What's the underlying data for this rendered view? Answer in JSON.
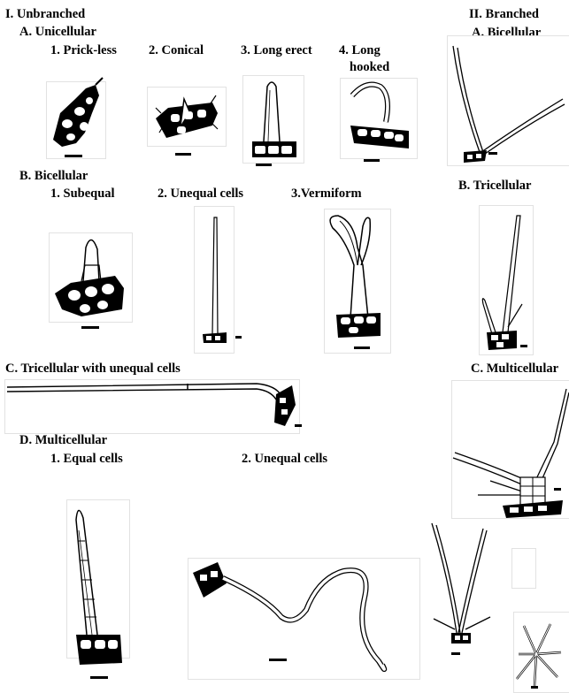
{
  "sections": {
    "unbranched": "I.  Unbranched",
    "branched": "II.   Branched"
  },
  "groups": {
    "unicellular": "A. Unicellular",
    "bicellular_unbranched": "B. Bicellular",
    "tricellular_unequal": "C. Tricellular with unequal cells",
    "multicellular_unbranched": "D. Multicellular",
    "bicellular_branched": "A.  Bicellular",
    "tricellular_branched": "B.    Tricellular",
    "multicellular_branched": "C. Multicellular"
  },
  "types": {
    "prickless": "1. Prick-less",
    "conical": "2. Conical",
    "long_erect": "3. Long erect",
    "long_hooked_1": "4. Long",
    "long_hooked_2": "hooked",
    "subequal": "1. Subequal",
    "unequal_cells": "2. Unequal cells",
    "vermiform": "3.Vermiform",
    "equal_cells": "1.  Equal cells",
    "unequal_cells_multi": "2.   Unequal cells"
  }
}
